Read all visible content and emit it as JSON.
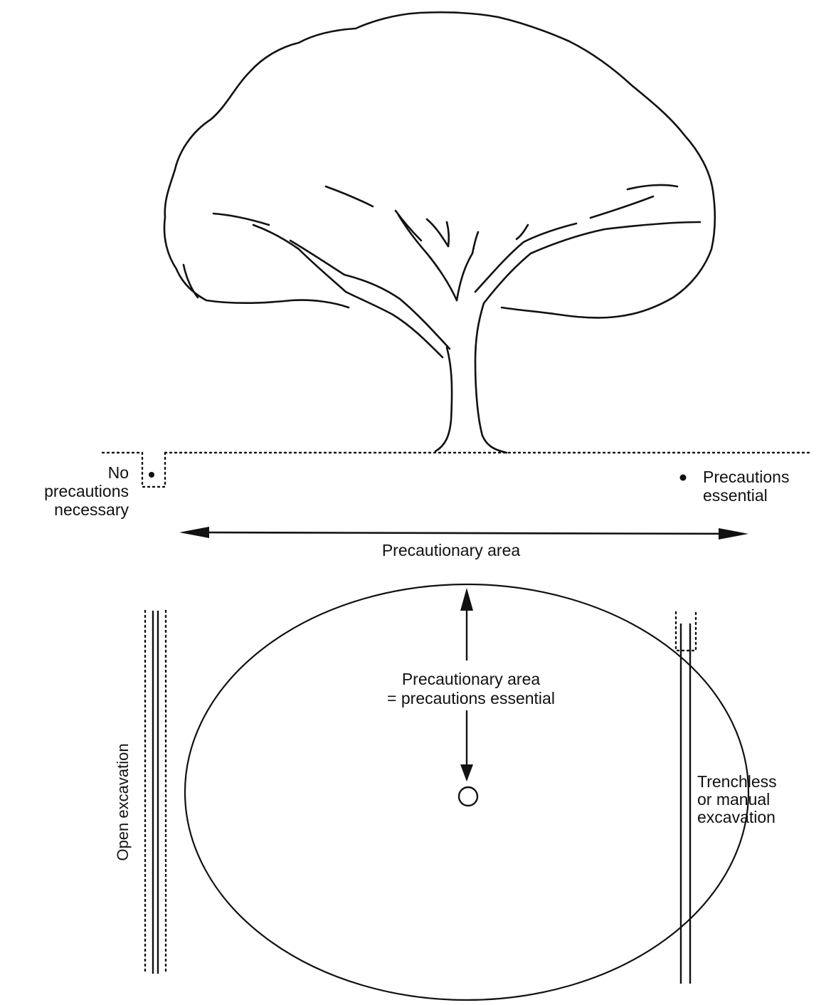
{
  "colors": {
    "ink": "#111111",
    "background": "#ffffff"
  },
  "labels": {
    "no_precautions_line1": "No",
    "no_precautions_line2": "precautions",
    "no_precautions_line3": "necessary",
    "precautions_essential_line1": "Precautions",
    "precautions_essential_line2": "essential",
    "precautionary_area": "Precautionary area",
    "plan_area_line1": "Precautionary area",
    "plan_area_line2": "= precautions essential",
    "open_excavation": "Open excavation",
    "trenchless_line1": "Trenchless",
    "trenchless_line2": "or manual",
    "trenchless_line3": "excavation"
  }
}
